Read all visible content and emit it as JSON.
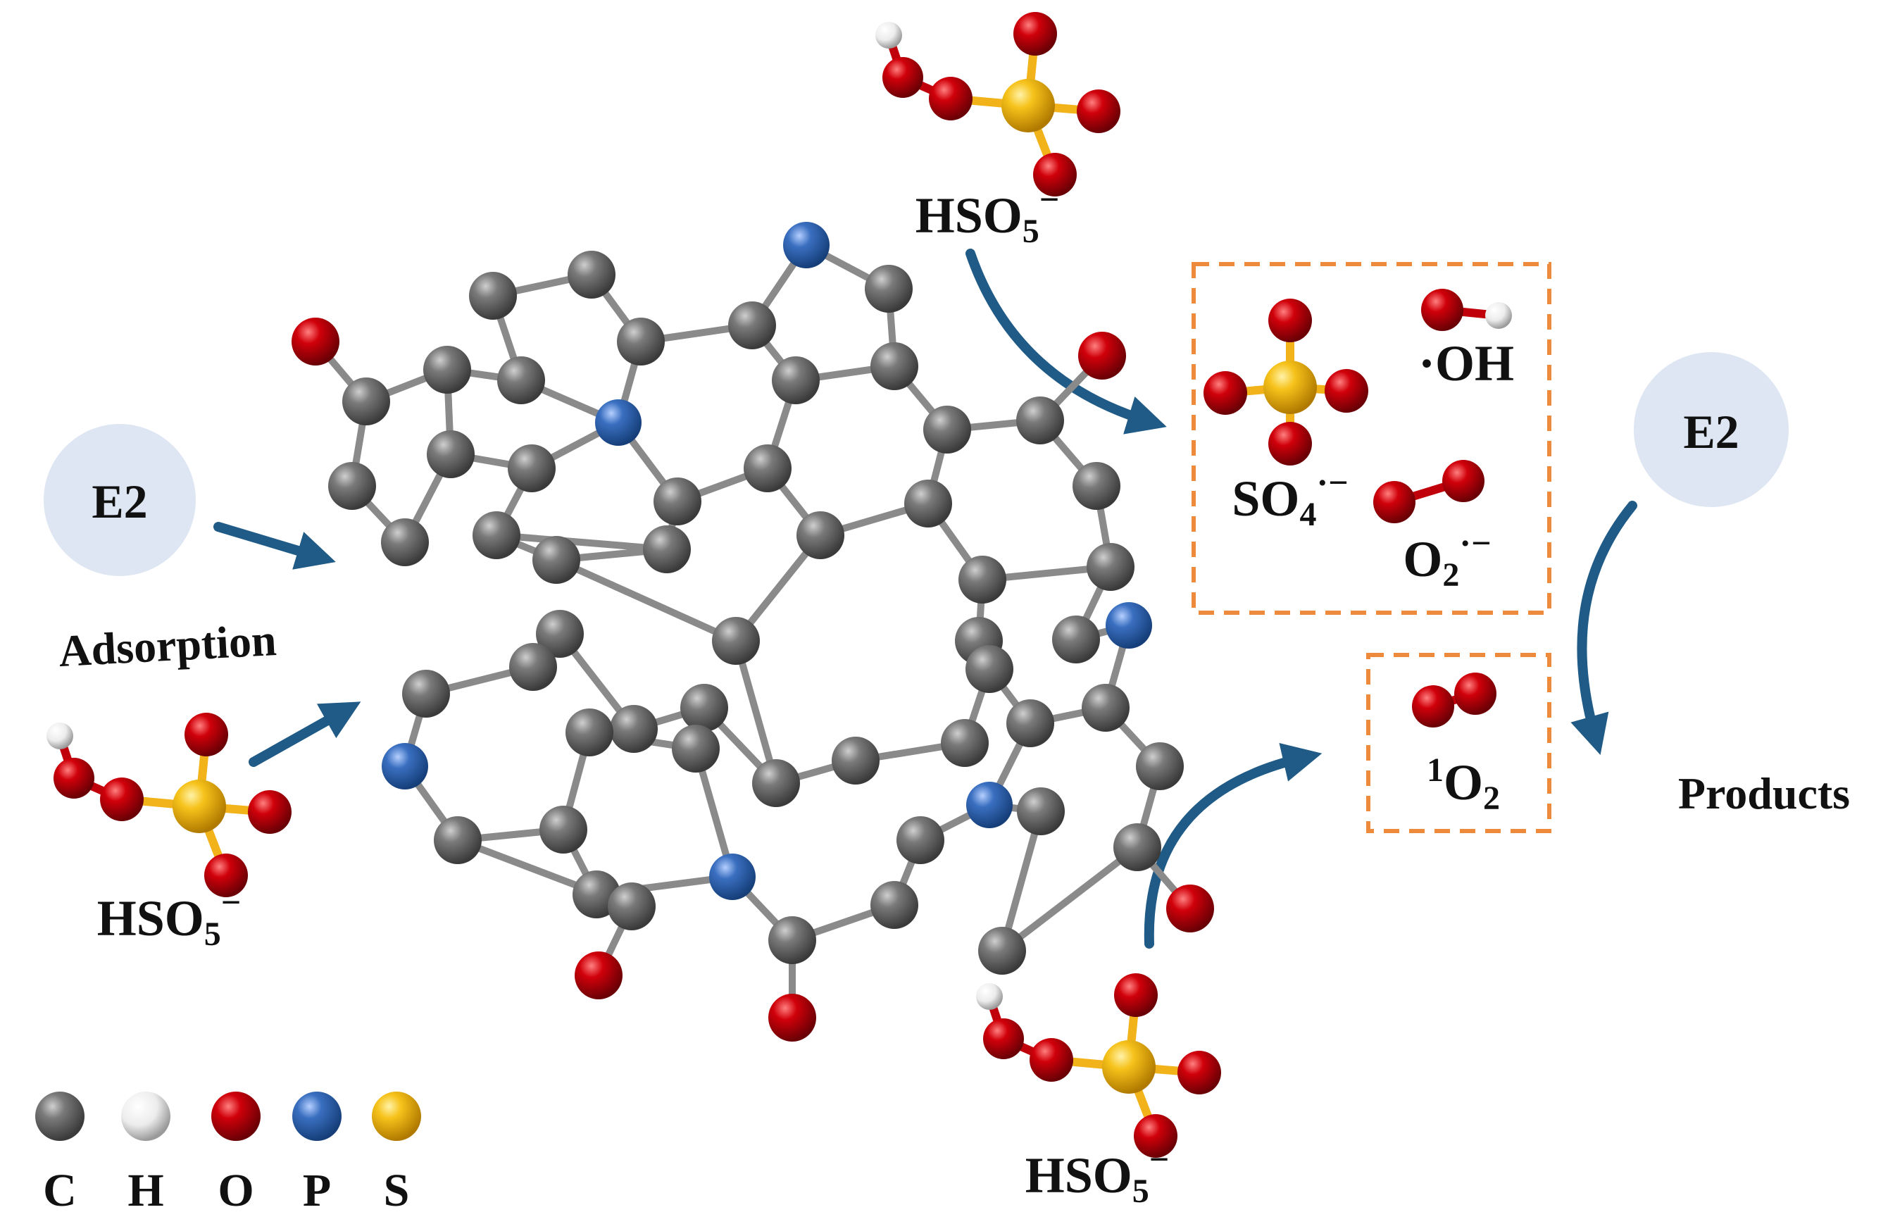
{
  "colors": {
    "carbon": "#5f5f5f",
    "hydrogen": "#f4f4f4",
    "oxygen": "#c0000a",
    "phosphorus": "#2f5fae",
    "sulfur": "#f2b21a",
    "arrow": "#1f5b86",
    "dashed_box": "#ee8a3c",
    "e2_circle": "#dde6f2",
    "bond": "#8a8a8a"
  },
  "labels": {
    "e2_left": "E2",
    "e2_right": "E2",
    "adsorption": "Adsorption",
    "products": "Products",
    "hso5_main": "HSO",
    "hso5_sub": "5",
    "hso5_sup": "−",
    "so4_main": "SO",
    "so4_sub": "4",
    "so4_sup": "·−",
    "oh": "·OH",
    "o2r_main": "O",
    "o2r_sub": "2",
    "o2r_sup": "·−",
    "singlet_sup": "1",
    "singlet_main": "O",
    "singlet_sub": "2"
  },
  "legend": [
    {
      "symbol": "C",
      "element": "carbon"
    },
    {
      "symbol": "H",
      "element": "hydrogen"
    },
    {
      "symbol": "O",
      "element": "oxygen"
    },
    {
      "symbol": "P",
      "element": "phosphorus"
    },
    {
      "symbol": "S",
      "element": "sulfur"
    }
  ]
}
